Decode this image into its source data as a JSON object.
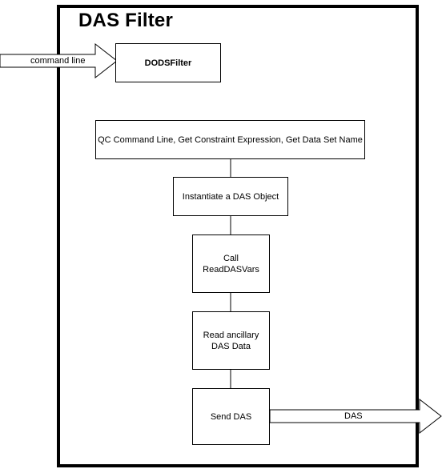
{
  "title": "DAS Filter",
  "input_arrow": {
    "label": "command line"
  },
  "output_arrow": {
    "label": "DAS"
  },
  "boxes": {
    "dods_filter": "DODSFilter",
    "qc": "QC Command Line, Get Constraint Expression, Get Data Set Name",
    "instantiate": "Instantiate a DAS Object",
    "call_line1": "Call",
    "call_line2": "ReadDASVars",
    "read_line1": "Read ancillary",
    "read_line2": "DAS Data",
    "send": "Send DAS"
  }
}
